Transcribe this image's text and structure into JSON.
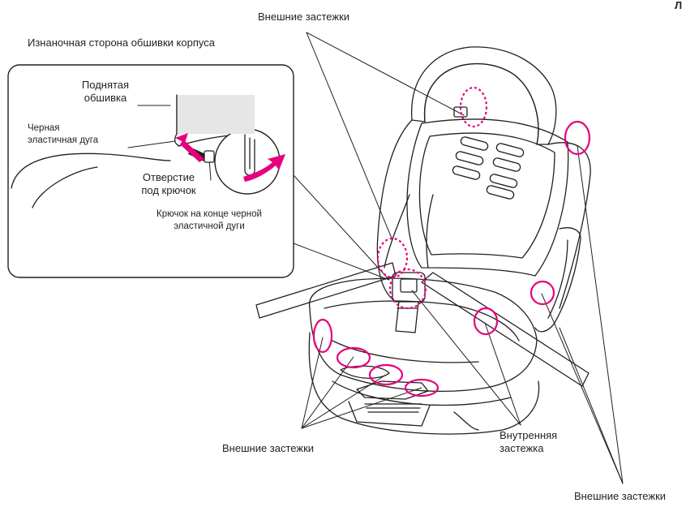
{
  "page_corner_mark": "Л",
  "labels": {
    "top_outer_clasps": "Внешние застежки",
    "inset_title": "Изнаночная сторона обшивки корпуса",
    "raised_cover_line1": "Поднятая",
    "raised_cover_line2": "обшивка",
    "black_elastic_line1": "Черная",
    "black_elastic_line2": "эластичная дуга",
    "hole_line1": "Отверстие",
    "hole_line2": "под крючок",
    "hook_line1": "Крючок на конце черной",
    "hook_line2": "эластичной дуги",
    "bottom_left_outer_clasps": "Внешние застежки",
    "inner_clasp_line1": "Внутренняя",
    "inner_clasp_line2": "застежка",
    "bottom_right_outer_clasps": "Внешние застежки"
  },
  "colors": {
    "line": "#231f20",
    "accent_magenta": "#e6007e",
    "cover_gray": "#e6e6e6"
  }
}
